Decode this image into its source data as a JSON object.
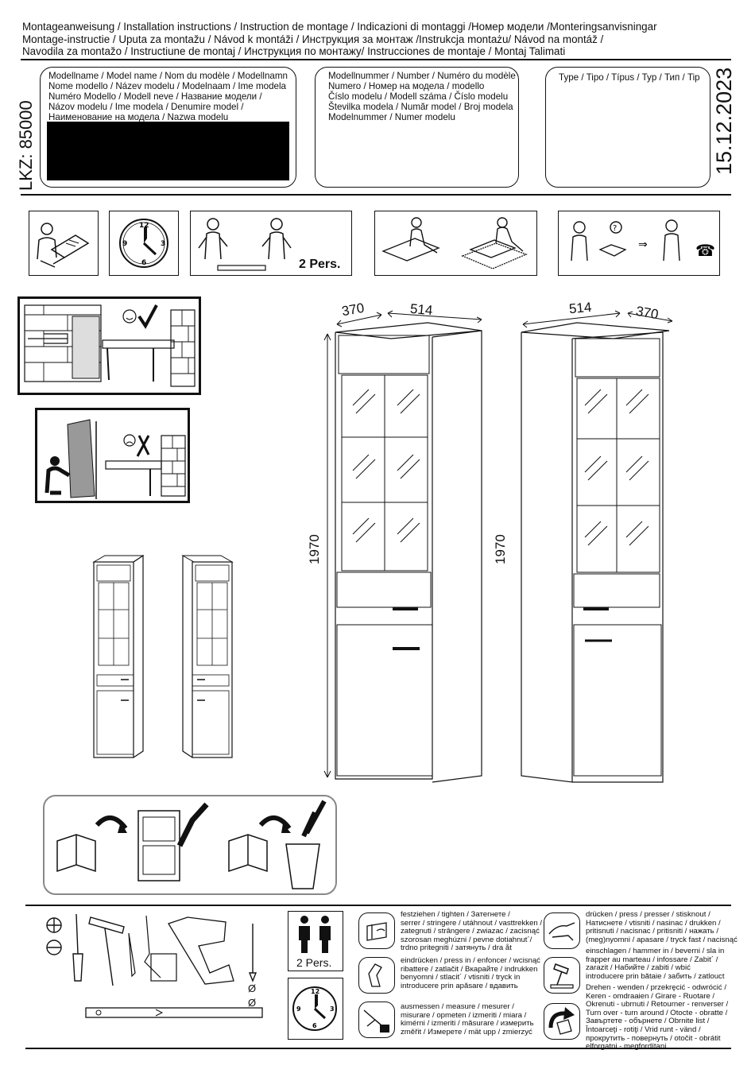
{
  "header": {
    "lines": [
      "Montageanweisung   / Installation instructions / Instruction de montage / Indicazioni di montaggi /Номер модели /Monteringsanvisningar",
      "Montage-instructie / Uputa za montažu / Návod k montáži / Инструкция за монтаж /Instrukcja montażu/ Návod na montáž /",
      "Navodila za montažo / Instructiune de montaj / Инструкция по монтажу/ Instrucciones de montaje / Montaj Talimati"
    ]
  },
  "lkz": "LKZ: 85000",
  "date": "15.12.2023",
  "boxes": {
    "model_name": [
      "Modellname / Model name / Nom du modèle / Modellnamn",
      "Nome modello / Název modelu / Modelnaam / Ime modela",
      "Numéro Modello / Modell neve / Название модели /",
      "Názov modelu / Ime modela / Denumire model /",
      "Наименование на модела / Nazwa modelu"
    ],
    "model_number": [
      "Modellnummer / Number / Numéro du modèle",
      "Numero /  Номер на модела / modello",
      "Číslo modelu / Modell száma / Číslo modelu",
      "Številka modela / Număr model / Broj modela",
      "Modelnummer / Numer modelu"
    ],
    "type": "Type / Tipo / Típus / Typ / Тип / Tip"
  },
  "pictograms": {
    "two_persons": "2 Pers."
  },
  "dimensions": {
    "left": {
      "depth": "370",
      "width": "514",
      "height": "1970"
    },
    "right": {
      "width": "514",
      "depth": "370",
      "height": "1970"
    }
  },
  "tools": {
    "drill_sizes": [
      "Ø",
      "Ø"
    ],
    "persons_label": "2 Pers."
  },
  "legend": {
    "tighten": [
      "festziehen / tighten / Затегнете /",
      "serrer / stringere / utáhnout / vasttrekken /",
      "zategnuti / strângere / zwiazac / zacisnąć",
      "szorosan meghúzni / pevne dotiahnut´/",
      "trdno pritegniti / затянуть / dra åt"
    ],
    "press_in": [
      "eindrücken / press in / enfoncer / wcisnąć",
      "ribattere / zatlačit / Вкарайте / indrukken",
      "benyomni / stlacit´ / vtisniti / tryck in",
      "introducere prin apăsare / вдавить"
    ],
    "measure": [
      "ausmessen / measure / mesurer /",
      "misurare / opmeten / izmeriti / miara /",
      "kimérni / izmeriti / măsurare / измерить",
      "změřit / Измерете / mät upp / zmierzyć"
    ],
    "press": [
      "drücken / press / presser / stisknout /",
      "Натиснете / vtisniti / nasinac / drukken /",
      "pritisnuti / nacisnac / pritisniti / нажать /",
      "(meg)nyomni / apasare / tryck fast / nacisnąć"
    ],
    "hammer_in": [
      "einschlagen / hammer in / beverni / sla in",
      "frapper au marteau / infossare / Zabit´ /",
      "zarazit / Набийте / zabiti / wbić",
      "introducere prin bătaie / забить / zatlouct"
    ],
    "turn_over": [
      "Drehen - wenden / przekręcić - odwrócić /",
      "Keren - omdraaien / Girare - Ruotare /",
      "Okrenuti - ubrnuti / Retourner - renverser /",
      "Turn over - turn around / Otocte - obratte /",
      "Завъртете - обърнете / Obrnite list /",
      "Întoarceţi - rotiţi / Vrid runt - vänd /",
      "прокрутить - повернуть / otočit - obrátit",
      "elforgatni - megfordítani"
    ]
  }
}
